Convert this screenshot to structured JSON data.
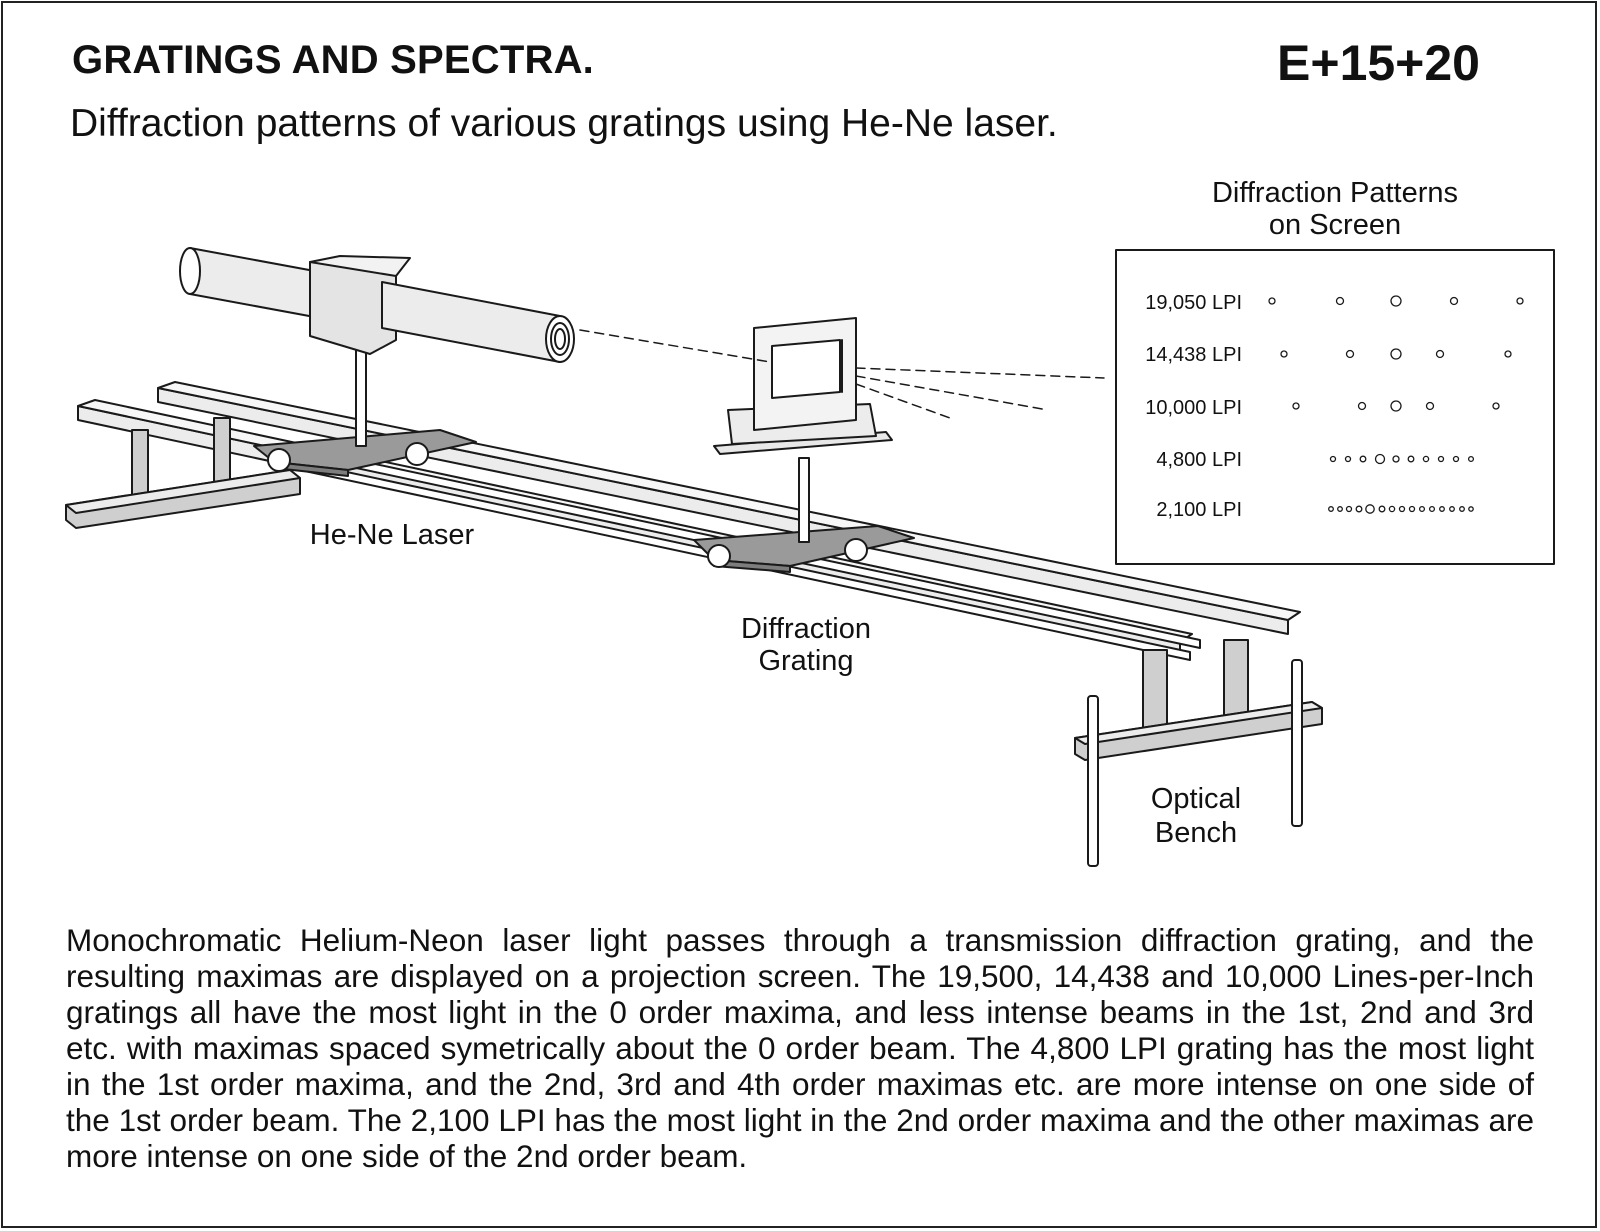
{
  "header": {
    "title": "GRATINGS AND SPECTRA.",
    "code": "E+15+20",
    "subtitle": "Diffraction patterns of various gratings using He-Ne laser."
  },
  "diagram": {
    "screen_title_line1": "Diffraction Patterns",
    "screen_title_line2": "on Screen",
    "labels": {
      "laser": "He-Ne Laser",
      "grating_line1": "Diffraction",
      "grating_line2": "Grating",
      "bench_line1": "Optical",
      "bench_line2": "Bench"
    },
    "patterns": [
      {
        "label": "19,050 LPI"
      },
      {
        "label": "14,438 LPI"
      },
      {
        "label": "10,000 LPI"
      },
      {
        "label": "4,800 LPI"
      },
      {
        "label": "2,100 LPI"
      }
    ],
    "colors": {
      "line": "#1a1a1a",
      "light_fill": "#e8e8e8",
      "mid_fill": "#cfcfcf",
      "dark_fill": "#9a9a9a"
    }
  },
  "caption": "Monochromatic Helium-Neon laser light passes through a transmission diffraction grating, and the resulting maximas are displayed on a projection screen.  The 19,500, 14,438 and 10,000 Lines-per-Inch gratings all have the most light in the 0 order maxima, and  less intense beams in the 1st, 2nd and 3rd etc. with maximas spaced symetrically about the 0 order beam.  The 4,800 LPI grating has the most light in the 1st order maxima, and the 2nd, 3rd and 4th order maximas etc. are more intense on one side of the 1st order beam.  The 2,100 LPI has the most light in the 2nd order maxima and the other maximas are more intense on one side of the 2nd order beam."
}
